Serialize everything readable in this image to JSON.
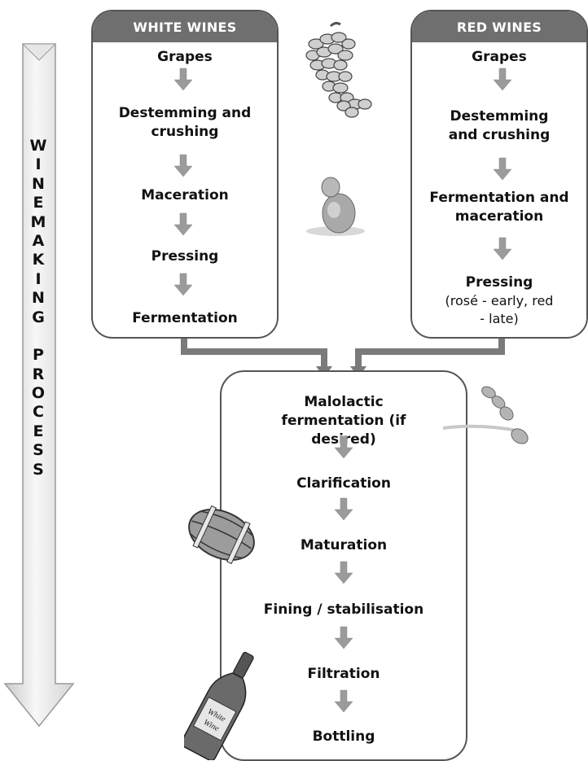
{
  "process_title": "WINEMAKING PROCESS",
  "white_wines": {
    "header": "WHITE WINES",
    "steps": [
      "Grapes",
      "Destemming and crushing",
      "Maceration",
      "Pressing",
      "Fermentation"
    ]
  },
  "red_wines": {
    "header": "RED WINES",
    "steps": [
      "Grapes",
      "Destemming and crushing",
      "Fermentation and maceration",
      "Pressing"
    ],
    "pressing_note": "(rosé - early, red - late)"
  },
  "common": {
    "steps": [
      "Malolactic fermentation (if desired)",
      "Clarification",
      "Maturation",
      "Fining / stabilisation",
      "Filtration",
      "Bottling"
    ]
  },
  "bottle_label": "White Wine",
  "icons": [
    "grapes-icon",
    "yeast-icon",
    "bacteria-icon",
    "barrel-icon",
    "wine-bottle-icon"
  ]
}
